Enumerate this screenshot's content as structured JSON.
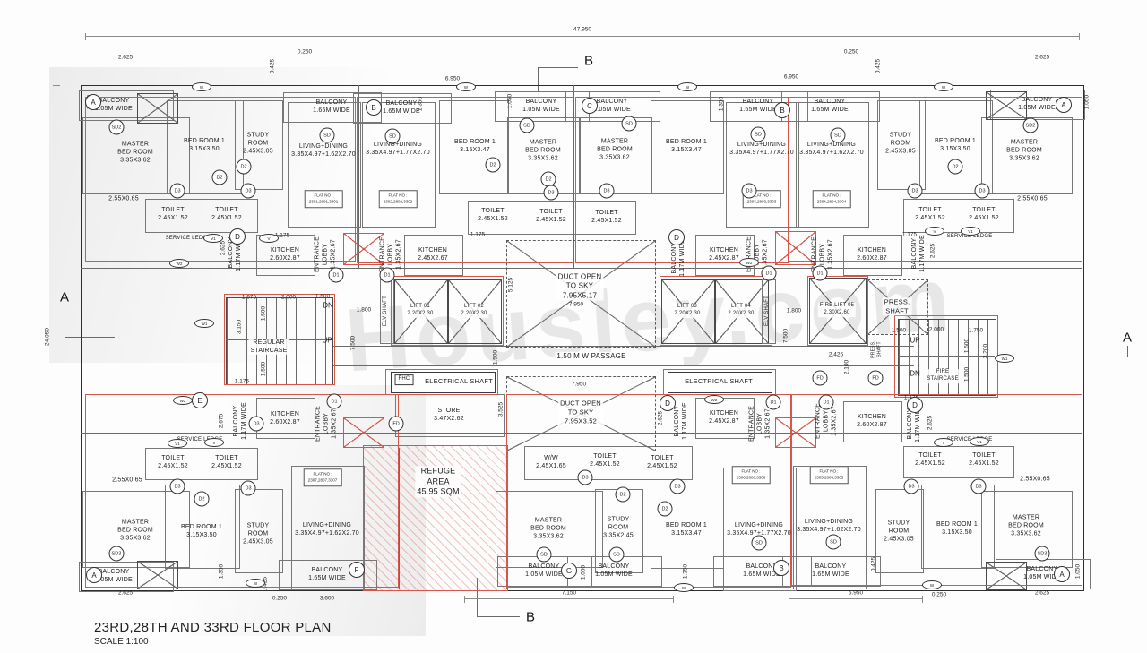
{
  "meta": {
    "title": "23RD,28TH AND 33RD FLOOR PLAN",
    "scale": "SCALE 1:100",
    "watermark": "Housley.com"
  },
  "colors": {
    "line": "#2e2e2e",
    "accent_red": "#d5564b",
    "paper": "#fdfdfd"
  },
  "rooms": {
    "master": "MASTER\nBED ROOM\n3.35X3.62",
    "bed1a": "BED ROOM 1\n3.15X3.50",
    "bed1b": "BED ROOM 1\n3.15X3.47",
    "study_a": "STUDY\nROOM\n2.45X3.05",
    "study_b": "STUDY\nROOM\n3.35X2.45",
    "living162": "LIVING+DINING\n3.35X4.97+1.62X2.70",
    "living177": "LIVING+DINING\n3.35X4.97+1.77X2.70",
    "toilet": "TOILET\n2.45X1.52",
    "ww": "W/W\n2.45X1.65",
    "kitchen26": "KITCHEN\n2.60X2.87",
    "kitchen245a": "KITCHEN\n2.45X2.87",
    "kitchen245b": "KITCHEN\n2.45X2.67",
    "store": "STORE\n3.47X2.62",
    "balc105": "BALCONY\n1.05M WIDE",
    "balc165": "BALCONY\n1.65M WIDE",
    "balc117": "BALCONY\n1.17M WIDE",
    "lobby": "ENTRANCE\nLOBBY\n1.35X2.67",
    "ledge": "SERVICE LEDGE",
    "m255": "2.55X0.65"
  },
  "core": {
    "lift1": "LIFT 01\n2.20X2.30",
    "lift2": "LIFT 02\n2.20X2.30",
    "lift3": "LIFT 03\n2.20X2.30",
    "lift4": "LIFT 04\n2.20X2.30",
    "firelift": "FIRE LIFT 05\n2.30X2.60",
    "elv": "ELV SHAFT",
    "press": "PRESS.\nSHAFT",
    "regstair": "REGULAR\nSTAIRCASE",
    "firestair": "FIRE\nSTAIRCASE",
    "duct_top": "DUCT OPEN\nTO SKY\n7.95X5.17",
    "duct_bot": "DUCT OPEN\nTO SKY\n7.95X3.52",
    "passage": "1.50 M W PASSAGE",
    "elec": "ELECTRICAL SHAFT",
    "fhc": "FHC",
    "refuge": "REFUGE\nAREA\n45.95 SQM"
  },
  "flat_nos": {
    "f1": "FLAT NO :\n2301,2801,3301",
    "f2": "FLAT NO :\n2302,2802,3302",
    "f3": "FLAT NO :\n2303,2803,3303",
    "f4": "FLAT NO :\n2304,2804,3304",
    "f5": "FLAT NO :\n2307,2807,3307",
    "f6": "FLAT NO :\n2306,2806,3306",
    "f7": "FLAT NO :\n2305,2805,3305"
  },
  "dims": {
    "overall_w": "47.950",
    "overall_h": "24.050",
    "d0250": "0.250",
    "d0425": "0.425",
    "d1050": "1.050",
    "d1175": "1.175",
    "d1350": "1.350",
    "d1500": "1.500",
    "d1675": "1.675",
    "d1750": "1.750",
    "d1800": "1.800",
    "d2000": "2.000",
    "d2100": "2.100",
    "d2425": "2.425",
    "d2625": "2.625",
    "d2675": "2.675",
    "d3150": "3.150",
    "d3200": "3.200",
    "d3525": "3.525",
    "d3600": "3.600",
    "d5125": "5.125",
    "d6950": "6.950",
    "d7150": "7.150",
    "d7500": "7.500",
    "d7950": "7.950"
  },
  "markers": {
    "a": "A",
    "b": "B",
    "c": "C",
    "d": "D",
    "e": "E",
    "f": "F",
    "g": "G",
    "w": "W",
    "w1": "W1",
    "w2": "W2",
    "v": "V",
    "v1": "V1",
    "d1": "D1",
    "d2": "D2",
    "d3": "D3",
    "fd": "FD",
    "sd": "SD",
    "sd2": "SD2",
    "sd3": "SD3",
    "up": "UP",
    "dn": "DN"
  }
}
